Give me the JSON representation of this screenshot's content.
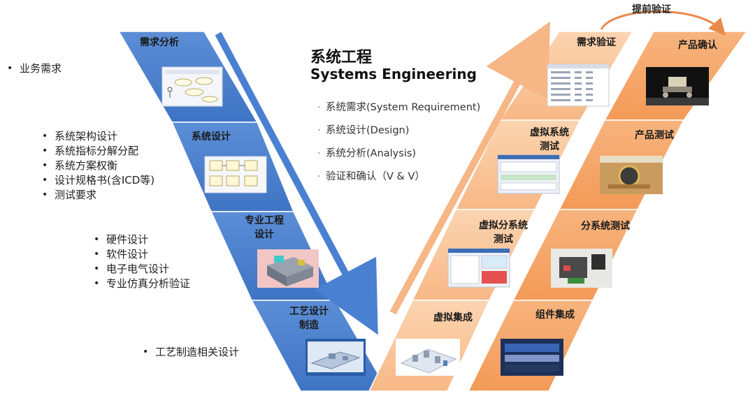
{
  "left_bullets": {
    "group1": [
      "业务需求"
    ],
    "group2": [
      "系统架构设计",
      "系统指标分解分配",
      "系统方案权衡",
      "设计规格书(含ICD等)",
      "测试要求"
    ],
    "group3": [
      "硬件设计",
      "软件设计",
      "电子电气设计",
      "专业仿真分析验证"
    ],
    "group4": [
      "工艺制造相关设计"
    ]
  },
  "left_stages": [
    "需求分析",
    "系统设计",
    "专业工程\n设计",
    "工艺设计\n制造"
  ],
  "right_inner_stages": [
    "需求验证",
    "虚拟系统\n测试",
    "虚拟分系统\n测试",
    "虚拟集成"
  ],
  "right_outer_stages": [
    "产品确认",
    "产品测试",
    "分系统测试",
    "组件集成"
  ],
  "center": {
    "title_cn": "系统工程",
    "title_en": "Systems Engineering",
    "items": [
      "系统需求(System Requirement)",
      "系统设计(Design)",
      "系统分析(Analysis)",
      "验证和确认（V & V）"
    ]
  },
  "pre_verify": "提前验证",
  "colors": {
    "blue": "#4a7fcd",
    "blue_dark": "#2f5fa8",
    "orange_inner": "#f9c497",
    "orange_outer": "#f4a160",
    "orange_line": "#e8894a"
  }
}
